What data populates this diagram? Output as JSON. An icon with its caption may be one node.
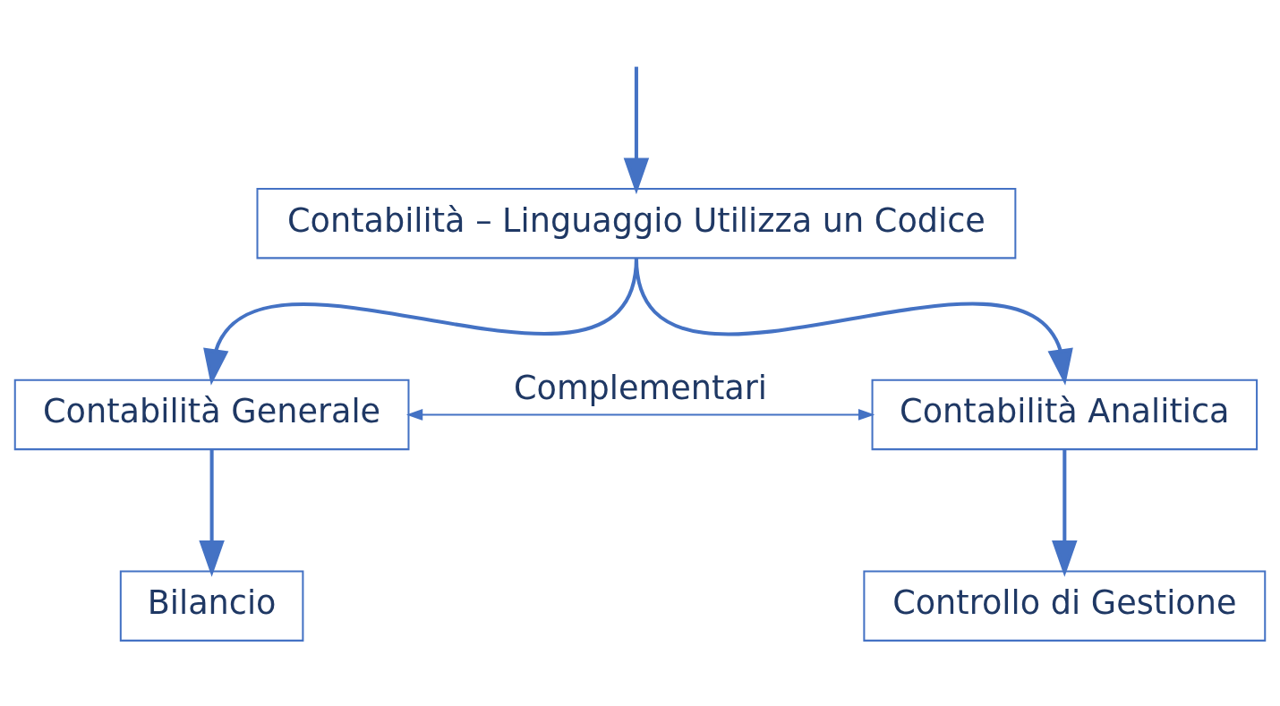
{
  "diagram": {
    "nodes": [
      {
        "text": [
          "Contabilità – Linguaggio Utilizza un Codice"
        ]
      },
      {
        "text": [
          "Contabilità Generale"
        ]
      },
      {
        "text": [
          "Contabilità Analitica"
        ]
      },
      {
        "text": [
          "Bilancio"
        ]
      },
      {
        "text": [
          "Controllo di Gestione"
        ]
      }
    ],
    "edges": [
      {
        "from": null,
        "to": 0,
        "arrow": "to"
      },
      {
        "from": 0,
        "to": 1,
        "arrow": "to"
      },
      {
        "from": 0,
        "to": 2,
        "arrow": "to"
      },
      {
        "from": 1,
        "to": 2,
        "arrow": "both",
        "label": "Complementari"
      },
      {
        "from": 1,
        "to": 3,
        "arrow": "to"
      },
      {
        "from": 2,
        "to": 4,
        "arrow": "to"
      }
    ]
  }
}
